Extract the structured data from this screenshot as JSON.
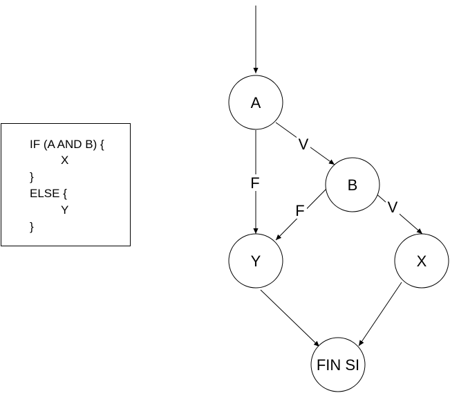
{
  "code": {
    "lines": [
      "IF (A AND B) {",
      "X",
      "}",
      "ELSE {",
      "Y",
      "}"
    ]
  },
  "nodes": {
    "a": "A",
    "b": "B",
    "x": "X",
    "y": "Y",
    "end": "FIN SI"
  },
  "edges": {
    "a_b": "V",
    "a_y": "F",
    "b_y": "F",
    "b_x": "V"
  },
  "colors": {
    "stroke": "#000000",
    "fill": "#ffffff"
  }
}
